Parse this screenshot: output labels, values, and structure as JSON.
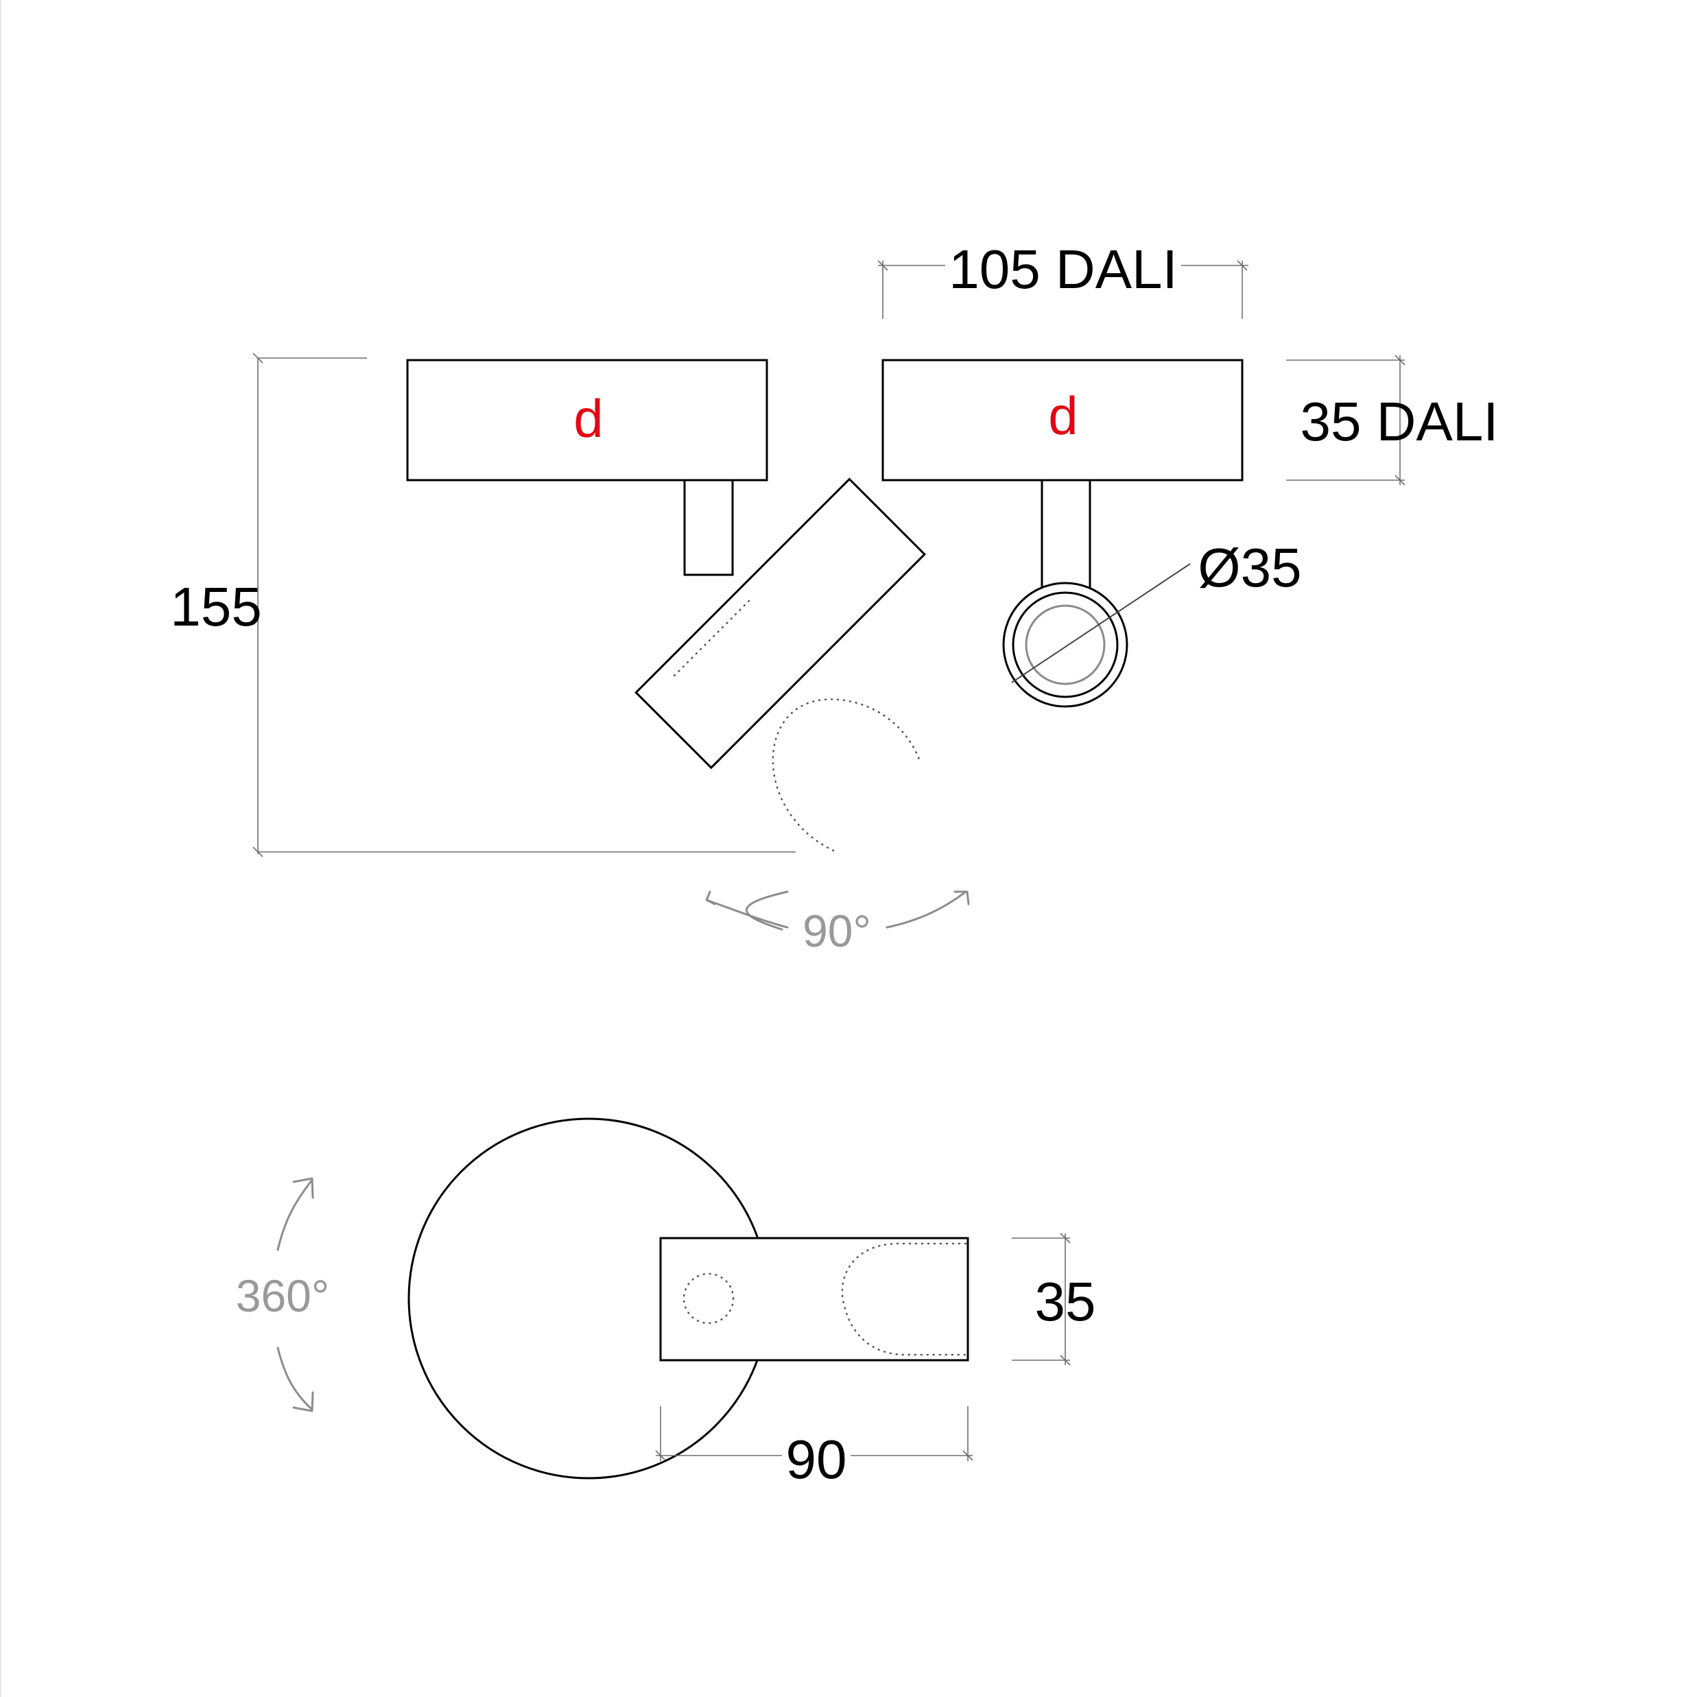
{
  "dimensions": {
    "height_total": "155",
    "base_width": "105 DALI",
    "base_height": "35 DALI",
    "head_diameter": "Ø35",
    "head_width": "35",
    "head_length": "90"
  },
  "angles": {
    "tilt": "90°",
    "rotation": "360°"
  },
  "markers": {
    "side_view": "d",
    "front_view": "d"
  },
  "colors": {
    "marker": "#e30613",
    "angle_label": "#999999",
    "dimension_line": "#6e6e6e",
    "outline": "#000000"
  }
}
